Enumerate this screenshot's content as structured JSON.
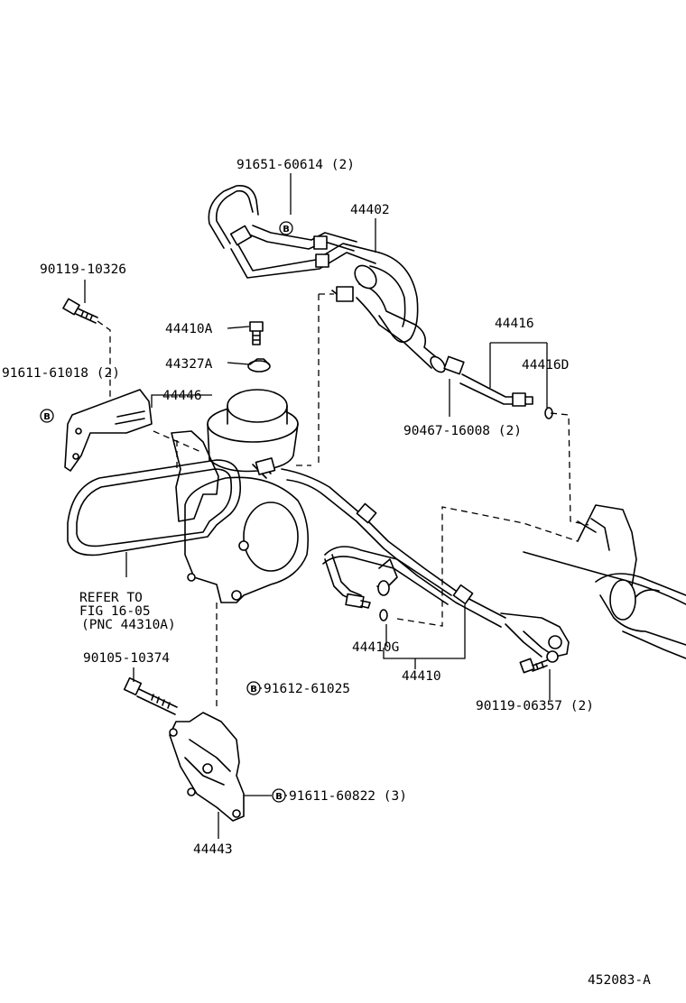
{
  "labels": {
    "p91651": "91651-60614 (2)",
    "p44402": "44402",
    "p90119a": "90119-10326",
    "p44410a": "44410A",
    "p44327a": "44327A",
    "p44416": "44416",
    "p44416d": "44416D",
    "p91611a": "91611-61018 (2)",
    "p44446": "44446",
    "p90467": "90467-16008 (2)",
    "refer1": "REFER TO",
    "refer2": "FIG 16-05",
    "refer3": "(PNC 44310A)",
    "p44410g": "44410G",
    "p44410": "44410",
    "p90105": "90105-10374",
    "p91612": "91612-61025",
    "p90119b": "90119-06357 (2)",
    "p91611b": "91611-60822 (3)",
    "p44443": "44443",
    "figure_id": "452083-A"
  },
  "badge_letter": "B"
}
